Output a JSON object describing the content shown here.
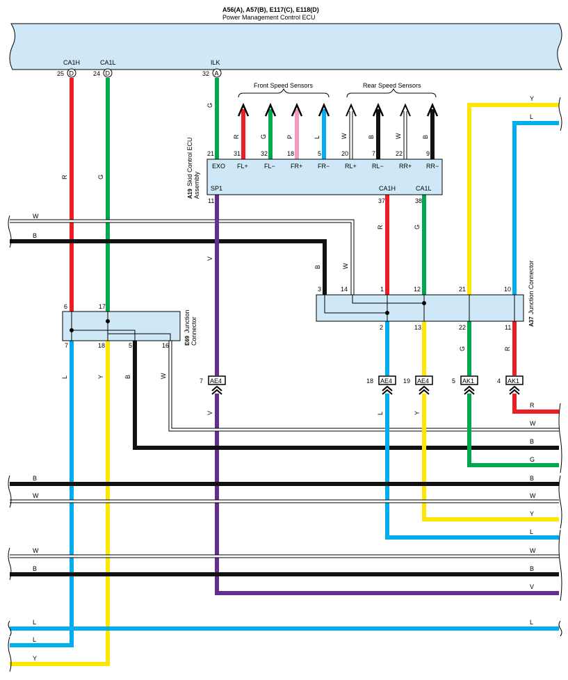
{
  "header": {
    "title": "A56(A), A57(B), E117(C), E118(D)",
    "subtitle": "Power Management Control ECU"
  },
  "ecu_pins": [
    {
      "name": "CA1H",
      "num": "25",
      "conn": "D"
    },
    {
      "name": "CA1L",
      "num": "24",
      "conn": "D"
    },
    {
      "name": "ILK",
      "num": "32",
      "conn": "A"
    }
  ],
  "groups": {
    "front": "Front Speed Sensors",
    "rear": "Rear Speed Sensors"
  },
  "skid_ecu": {
    "code": "A19",
    "name_line1": "Skid Control ECU",
    "name_line2": "Assembly",
    "top_pins": [
      {
        "num": "21",
        "label": "EXO",
        "wire": "G"
      },
      {
        "num": "31",
        "label": "FL+",
        "wire": "R"
      },
      {
        "num": "32",
        "label": "FL−",
        "wire": "G"
      },
      {
        "num": "18",
        "label": "FR+",
        "wire": "P"
      },
      {
        "num": "5",
        "label": "FR−",
        "wire": "L"
      },
      {
        "num": "20",
        "label": "RL+",
        "wire": "W"
      },
      {
        "num": "7",
        "label": "RL−",
        "wire": "B"
      },
      {
        "num": "22",
        "label": "RR+",
        "wire": "W"
      },
      {
        "num": "9",
        "label": "RR−",
        "wire": "B"
      }
    ],
    "bottom_pins": [
      {
        "num": "11",
        "label": "SP1"
      },
      {
        "num": "37",
        "label": "CA1H"
      },
      {
        "num": "38",
        "label": "CA1L"
      }
    ]
  },
  "e69": {
    "code": "E69",
    "name_line1": "Junction",
    "name_line2": "Connector",
    "top_pins": [
      "6",
      "17"
    ],
    "bottom_pins": [
      "7",
      "18",
      "5",
      "16"
    ]
  },
  "a37": {
    "code": "A37",
    "name": "Junction Connector",
    "top_pins": [
      "3",
      "14",
      "1",
      "12",
      "21",
      "10"
    ],
    "bottom_pins": [
      "2",
      "13",
      "22",
      "11"
    ]
  },
  "inline_connectors": [
    {
      "num": "7",
      "code": "AE4"
    },
    {
      "num": "18",
      "code": "AE4"
    },
    {
      "num": "19",
      "code": "AE4"
    },
    {
      "num": "5",
      "code": "AK1"
    },
    {
      "num": "4",
      "code": "AK1"
    }
  ],
  "wire_colors": {
    "ca1h_ecu": "R",
    "ca1l_ecu": "G",
    "ilk": "G",
    "sp1_upper": "V",
    "sp1_lower": "V",
    "skid_ca1h": "R",
    "skid_ca1l": "G",
    "bus_w_top": "W",
    "bus_b_top": "B",
    "a37_3": "B",
    "a37_14": "W",
    "e69_7": "L",
    "e69_18": "Y",
    "e69_5": "B",
    "e69_16": "W",
    "a37_2": "L",
    "a37_13": "Y",
    "a37_22": "G",
    "a37_11": "R",
    "right_y_top": "Y",
    "right_l_top": "L",
    "ak1_4_out": "R",
    "w_mid_right": "W",
    "b_mid_right": "B",
    "ak1_5_out": "G",
    "bus_b2": "B",
    "bus_w2": "W",
    "ae4_19_out": "Y",
    "ae4_18_out": "L",
    "bus_w3": "W",
    "bus_b3": "B",
    "v_out": "V",
    "bus_l_bottom": "L",
    "l_left": "L",
    "y_left": "Y"
  },
  "colors": {
    "R": "#ee1c25",
    "G": "#00a650",
    "L": "#00aeef",
    "Y": "#ffe600",
    "B": "#111111",
    "W": "#ffffff",
    "P": "#f49ac1",
    "V": "#662d91",
    "box": "#cfe8f7"
  }
}
